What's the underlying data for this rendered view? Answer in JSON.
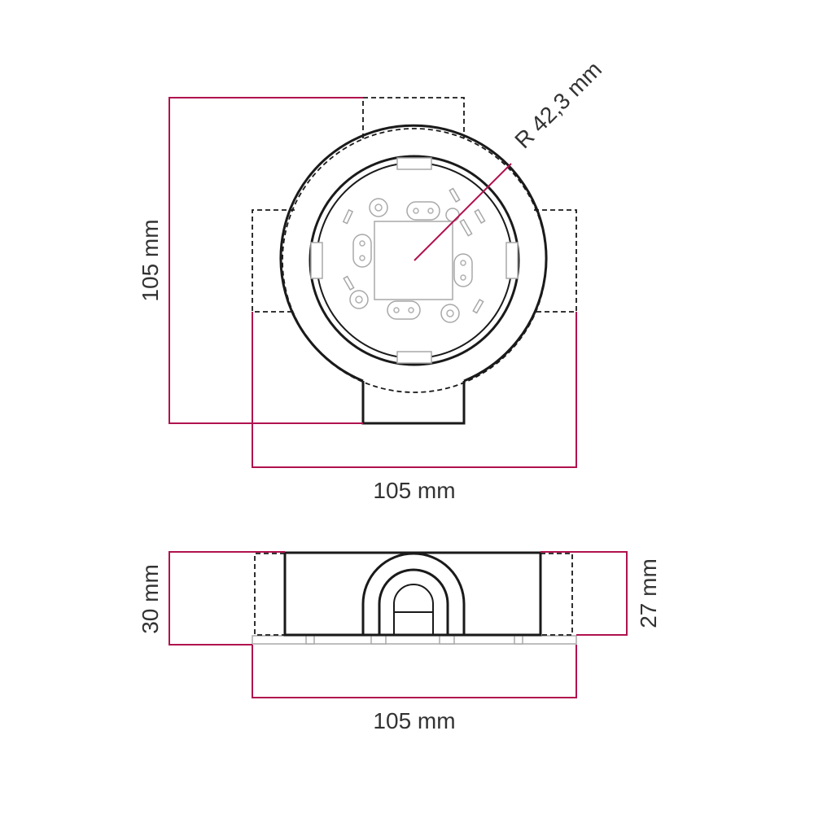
{
  "colors": {
    "dimension": "#b0124f",
    "outline": "#1a1a1a",
    "detail": "#a8a8a8"
  },
  "top_view": {
    "height_label": "105 mm",
    "width_label": "105 mm",
    "radius_label": "R 42,3 mm"
  },
  "side_view": {
    "height_left_label": "30 mm",
    "height_right_label": "27 mm",
    "width_label": "105 mm"
  }
}
